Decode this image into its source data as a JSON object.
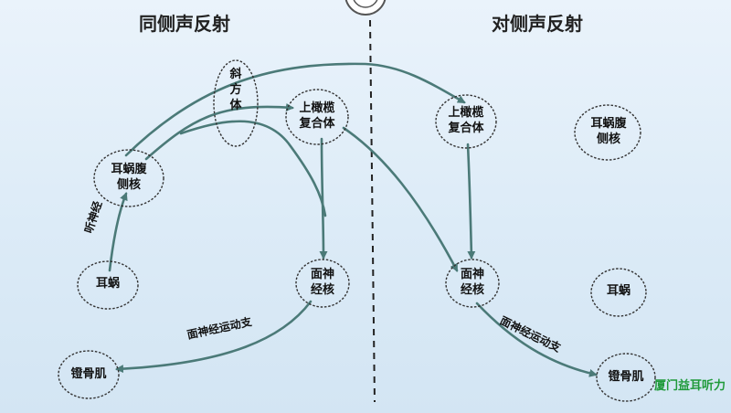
{
  "headers": {
    "left": "同侧声反射",
    "right": "对侧声反射"
  },
  "nodes": {
    "trapezoid": "斜\n方\n体",
    "cochlear_nucleus_left": "耳蜗腹\n侧核",
    "cochlear_left": "耳蜗",
    "superior_olive_left": "上橄榄\n复合体",
    "facial_nucleus_left": "面神\n经核",
    "stapedius_left": "镫骨肌",
    "superior_olive_right": "上橄榄\n复合体",
    "cochlear_nucleus_right": "耳蜗腹\n侧核",
    "facial_nucleus_right": "面神\n经核",
    "cochlear_right": "耳蜗",
    "stapedius_right": "镫骨肌"
  },
  "paths": {
    "auditory_nerve": "听神经",
    "facial_motor_left": "面神经运动支",
    "facial_motor_right": "面神经运动支"
  },
  "watermark": "厦门益耳听力",
  "colors": {
    "arrow": "#4b7a78",
    "node_border": "#333333",
    "divider": "#222222",
    "watermark": "#1f9a3a"
  }
}
